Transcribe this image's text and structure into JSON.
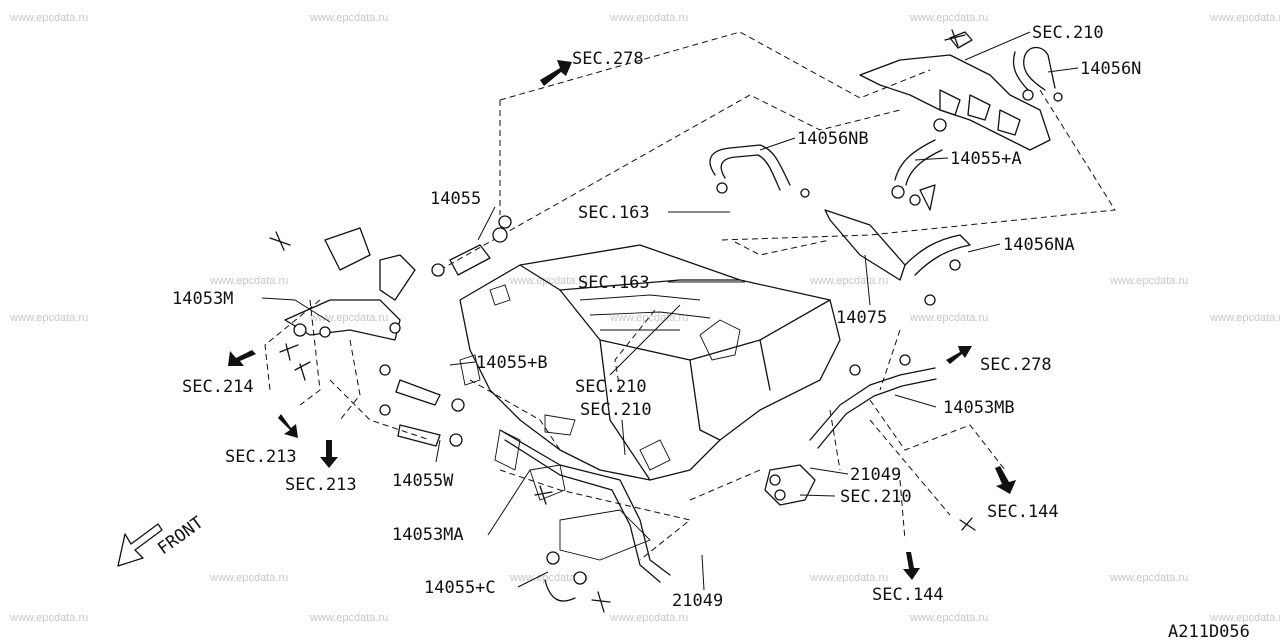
{
  "watermark": "www.epcdata.ru",
  "diagram_code": "A211D056",
  "front_label": "FRONT",
  "labels": {
    "sec210_top": "SEC.210",
    "p14056N": "14056N",
    "sec278_top": "SEC.278",
    "p14056NB": "14056NB",
    "p14055A": "14055+A",
    "p14055": "14055",
    "sec163_a": "SEC.163",
    "sec163_b": "SEC.163",
    "p14056NA": "14056NA",
    "p14053M": "14053M",
    "p14075": "14075",
    "p14055B": "14055+B",
    "sec278_right": "SEC.278",
    "sec214": "SEC.214",
    "sec210_mid1": "SEC.210",
    "sec210_mid2": "SEC.210",
    "p14053MB": "14053MB",
    "sec213_a": "SEC.213",
    "sec213_b": "SEC.213",
    "p14055W": "14055W",
    "p21049_a": "21049",
    "sec210_low": "SEC.210",
    "sec144_a": "SEC.144",
    "p14053MA": "14053MA",
    "p14055C": "14055+C",
    "p21049_b": "21049",
    "sec144_b": "SEC.144"
  }
}
